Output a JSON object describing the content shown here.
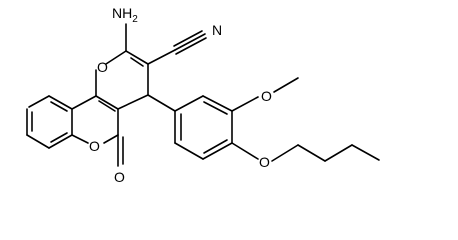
{
  "molecule": {
    "substituents": {
      "amino": "NH",
      "amino_sub": "2",
      "nitrile_n": "N",
      "pyran_o": "O",
      "methoxy_o": "O",
      "lactone_o": "O",
      "carbonyl_o": "O",
      "butoxy_o": "O"
    },
    "colors": {
      "bond": "#000000",
      "background": "#ffffff"
    }
  }
}
